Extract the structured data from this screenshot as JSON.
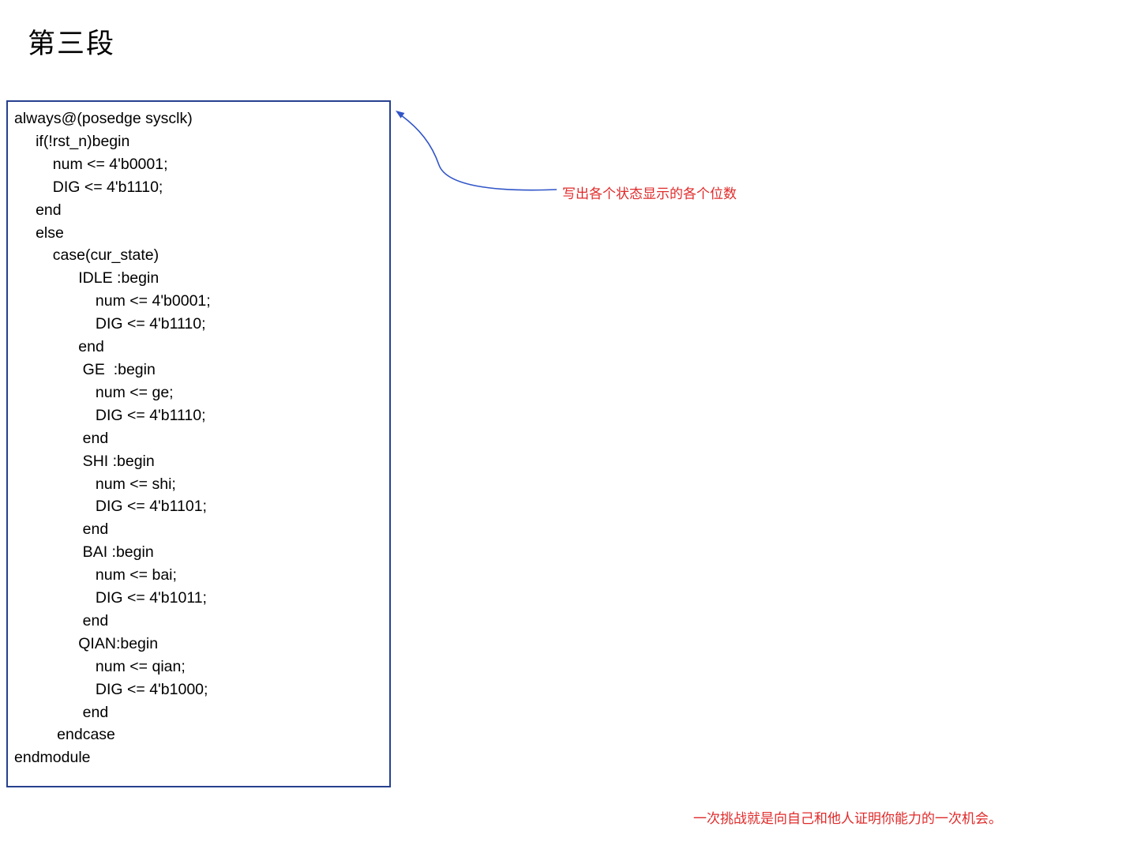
{
  "page": {
    "title": "第三段",
    "background_color": "#ffffff"
  },
  "code_box": {
    "border_color": "#26418f",
    "text_color": "#000000",
    "lines": [
      "always@(posedge sysclk)",
      "     if(!rst_n)begin",
      "         num <= 4'b0001;",
      "         DIG <= 4'b1110;",
      "     end",
      "     else",
      "         case(cur_state)",
      "               IDLE :begin",
      "                   num <= 4'b0001;",
      "                   DIG <= 4'b1110;",
      "               end",
      "                GE  :begin",
      "                   num <= ge;",
      "                   DIG <= 4'b1110;",
      "                end",
      "                SHI :begin",
      "                   num <= shi;",
      "                   DIG <= 4'b1101;",
      "                end",
      "                BAI :begin",
      "                   num <= bai;",
      "                   DIG <= 4'b1011;",
      "                end",
      "               QIAN:begin",
      "                   num <= qian;",
      "                   DIG <= 4'b1000;",
      "                end",
      "          endcase",
      "endmodule"
    ]
  },
  "annotation": {
    "text": "写出各个状态显示的各个位数",
    "text_color": "#e02a2a",
    "arrow_color": "#3055c8"
  },
  "footer_note": {
    "text": "一次挑战就是向自己和他人证明你能力的一次机会。",
    "text_color": "#e02a2a"
  }
}
